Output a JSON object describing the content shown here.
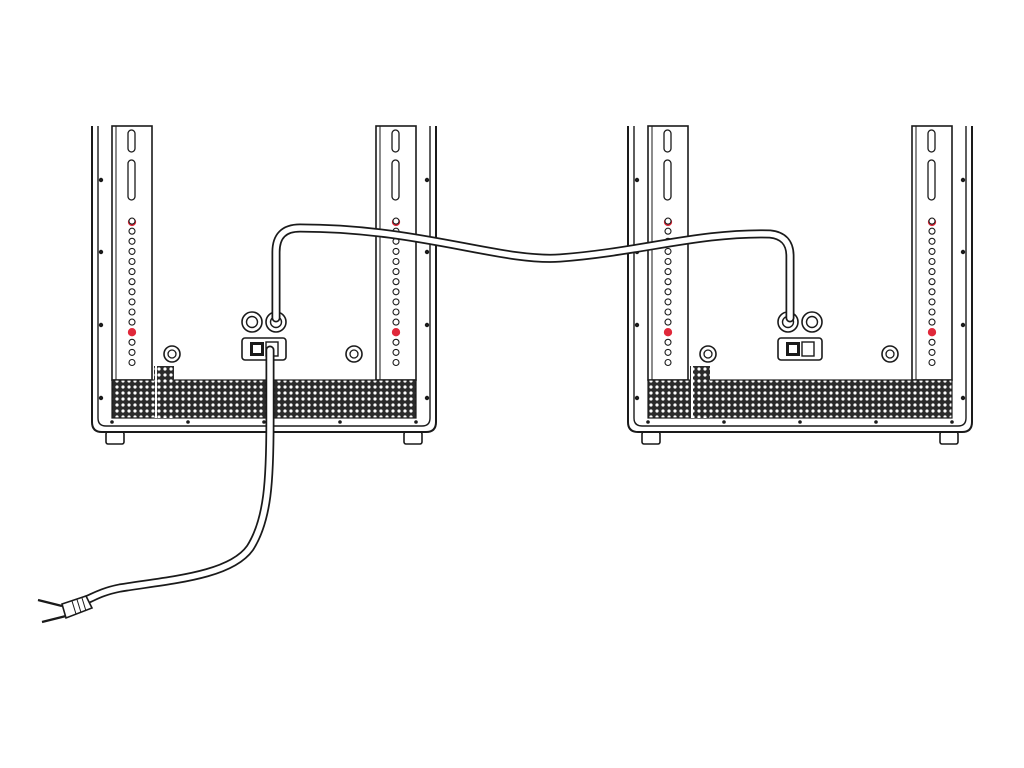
{
  "figure": {
    "type": "line-art installation diagram",
    "colors": {
      "background": "#ffffff",
      "line": "#1a1a1a",
      "highlight_hole": "#e0283a",
      "vent_fill": "#2b2b2b"
    },
    "cabinets": [
      {
        "name": "left-cabinet",
        "role": "main unit with mains input"
      },
      {
        "name": "right-cabinet",
        "role": "linked unit"
      }
    ],
    "rail_holes_per_rail": 16,
    "highlighted_hole_indices": [
      0,
      12
    ],
    "cables": [
      {
        "name": "link-cable",
        "from": "left-cabinet",
        "to": "right-cabinet"
      },
      {
        "name": "power-cord",
        "from": "left-cabinet",
        "to": "plug"
      }
    ],
    "plug": {
      "icon": "two-prong-plug-icon"
    }
  }
}
